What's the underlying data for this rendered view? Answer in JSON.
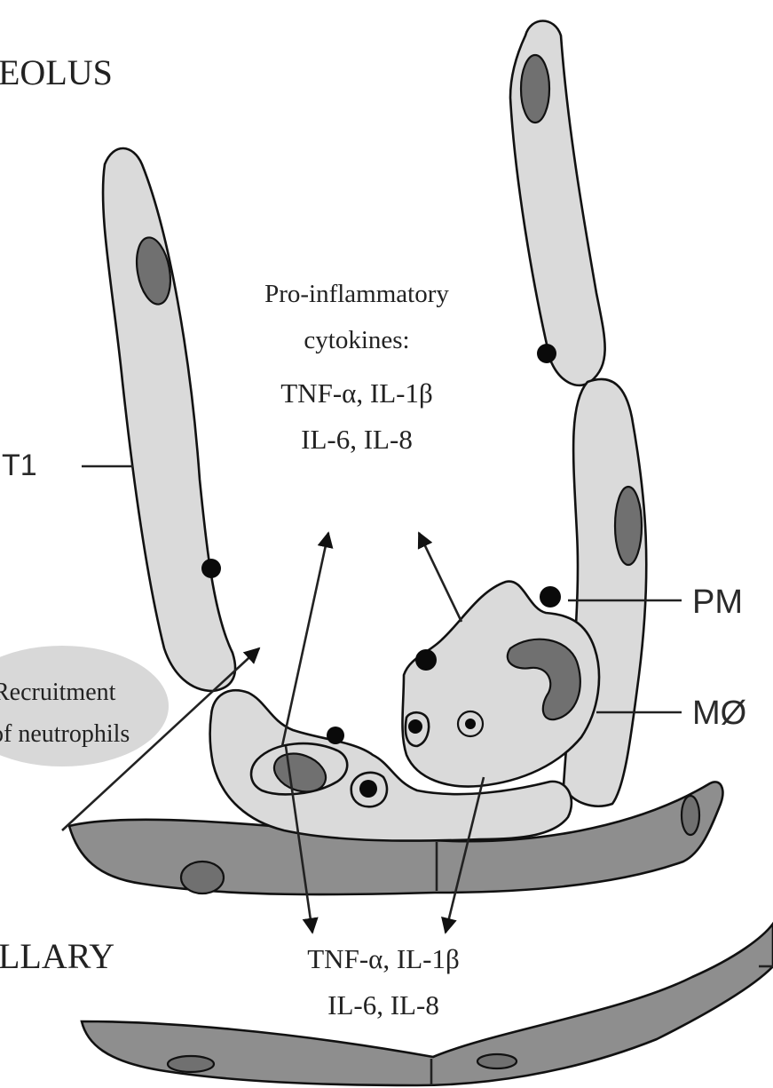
{
  "labels": {
    "alveolus": "EOLUS",
    "capillary": "LLARY",
    "t1": "T1",
    "pm": "PM",
    "macrophage": "MØ",
    "cytokines_title_1": "Pro-inflammatory",
    "cytokines_title_2": "cytokines:",
    "cytokines_upper_1": "TNF-α, IL-1β",
    "cytokines_upper_2": "IL-6, IL-8",
    "cytokines_lower_1": "TNF-α, IL-1β",
    "cytokines_lower_2": "IL-6, IL-8",
    "recruitment_1": "Recruitment",
    "recruitment_2": "of neutrophils"
  },
  "colors": {
    "cell_fill": "#dadada",
    "capillary_fill": "#8e8e8e",
    "nucleus_fill": "#707070",
    "recruitment_bubble": "#d8d8d8"
  }
}
